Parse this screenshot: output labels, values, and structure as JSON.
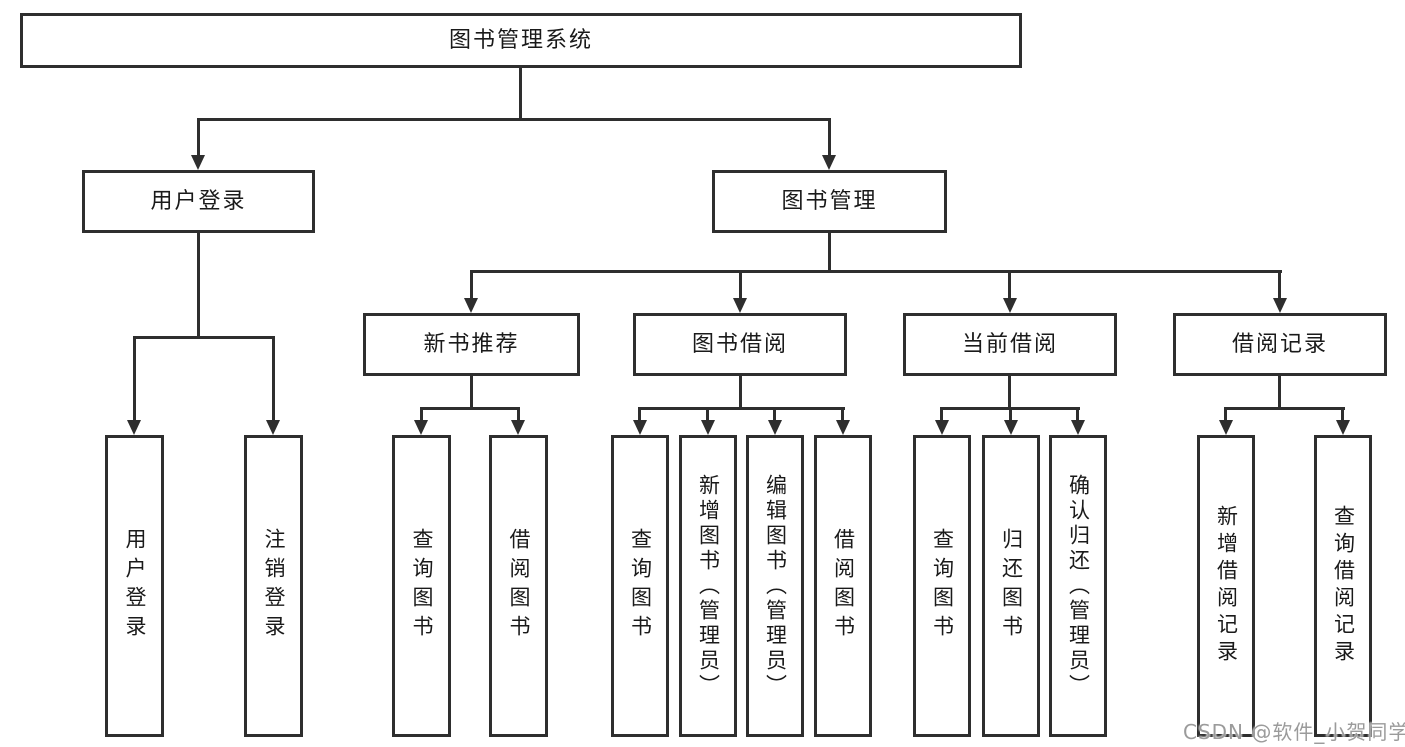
{
  "diagram": {
    "title": "图书管理系统",
    "tree": {
      "label": "图书管理系统",
      "children": [
        {
          "label": "用户登录",
          "children": [
            {
              "label": "用户登录"
            },
            {
              "label": "注销登录"
            }
          ]
        },
        {
          "label": "图书管理",
          "children": [
            {
              "label": "新书推荐",
              "children": [
                {
                  "label": "查询图书"
                },
                {
                  "label": "借阅图书"
                }
              ]
            },
            {
              "label": "图书借阅",
              "children": [
                {
                  "label": "查询图书"
                },
                {
                  "label": "新增图书（管理员）"
                },
                {
                  "label": "编辑图书（管理员）"
                },
                {
                  "label": "借阅图书"
                }
              ]
            },
            {
              "label": "当前借阅",
              "children": [
                {
                  "label": "查询图书"
                },
                {
                  "label": "归还图书"
                },
                {
                  "label": "确认归还（管理员）"
                }
              ]
            },
            {
              "label": "借阅记录",
              "children": [
                {
                  "label": "新增借阅记录"
                },
                {
                  "label": "查询借阅记录"
                }
              ]
            }
          ]
        }
      ]
    },
    "watermark": "CSDN @软件_小贺同学",
    "colors": {
      "line": "#2e2e2e",
      "text": "#1a1a1a",
      "watermark": "#9b9b9b",
      "background": "#ffffff"
    }
  }
}
